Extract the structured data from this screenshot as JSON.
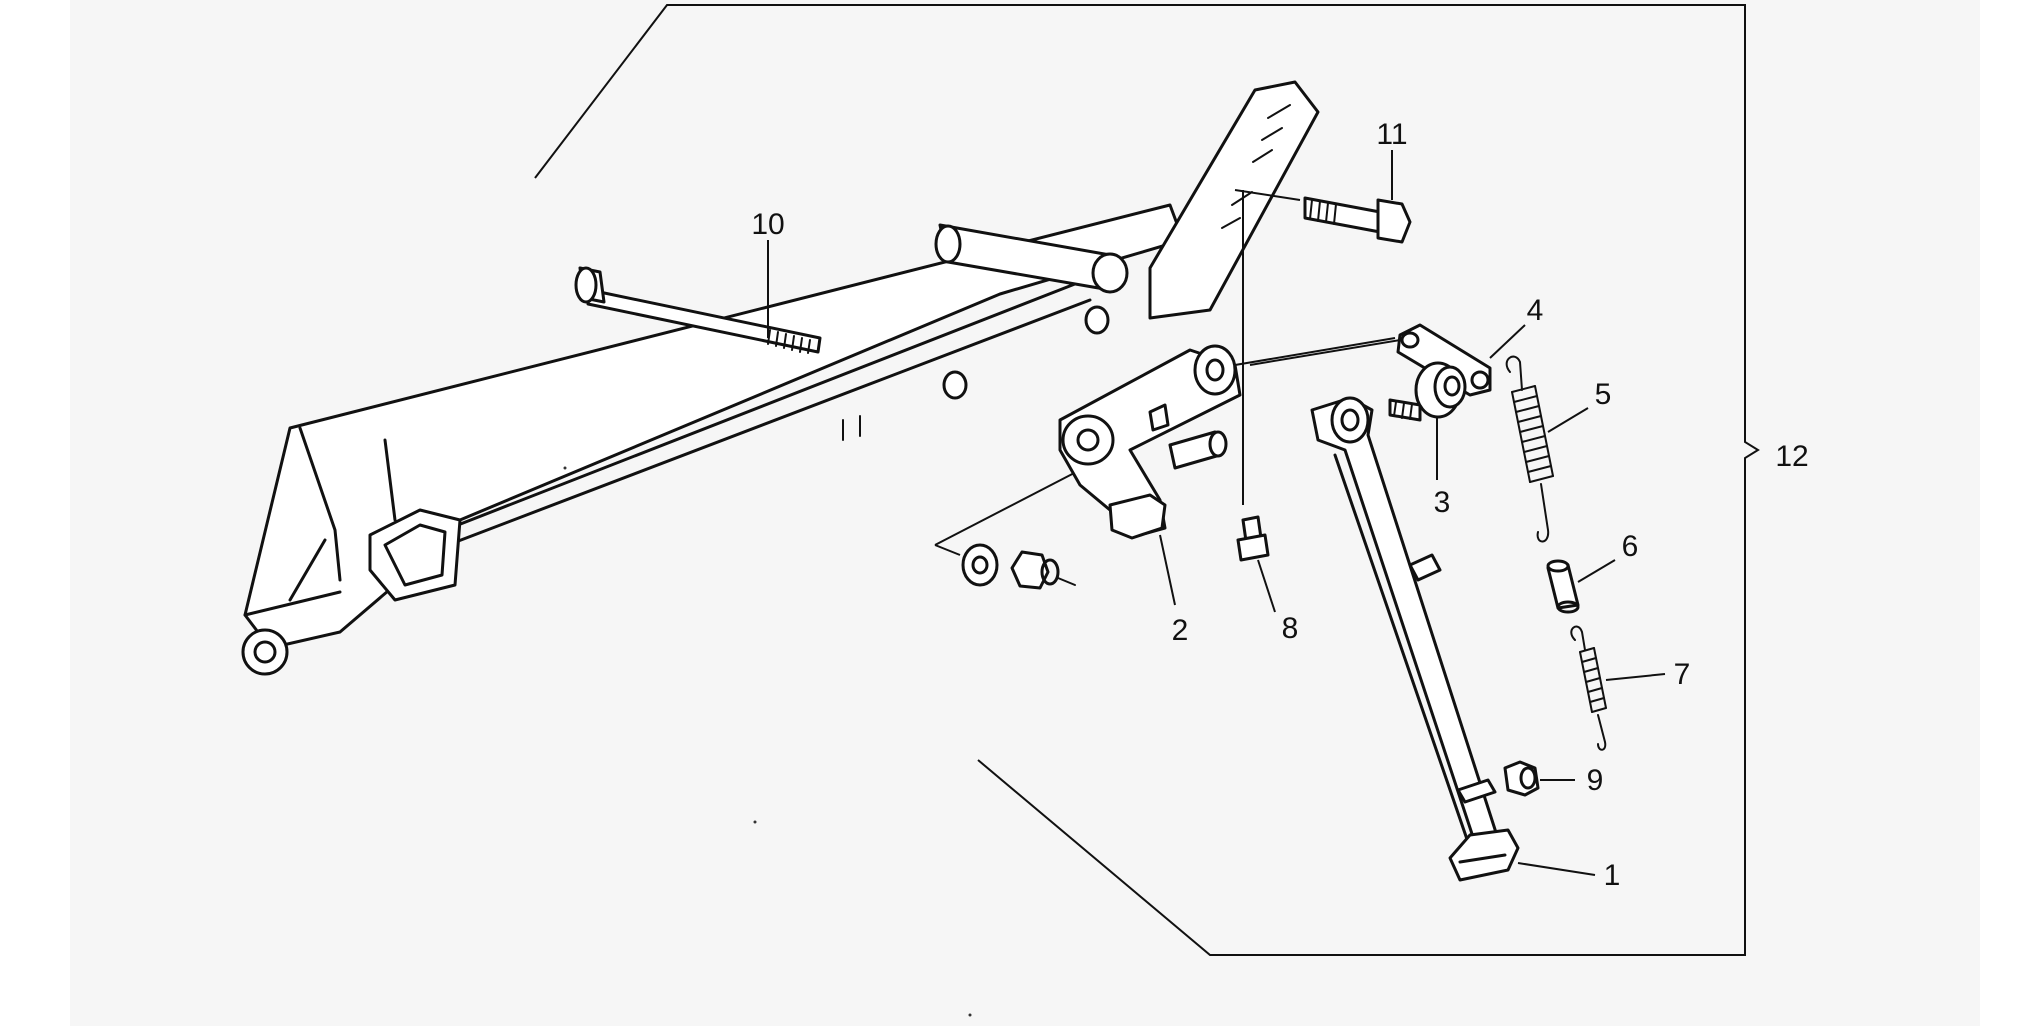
{
  "callouts": {
    "c1": "1",
    "c2": "2",
    "c3": "3",
    "c4": "4",
    "c5": "5",
    "c6": "6",
    "c7": "7",
    "c8": "8",
    "c9": "9",
    "c10": "10",
    "c11": "11",
    "c12": "12"
  },
  "colors": {
    "ink": "#111111",
    "background": "#ffffff",
    "panel": "#f6f6f6"
  }
}
